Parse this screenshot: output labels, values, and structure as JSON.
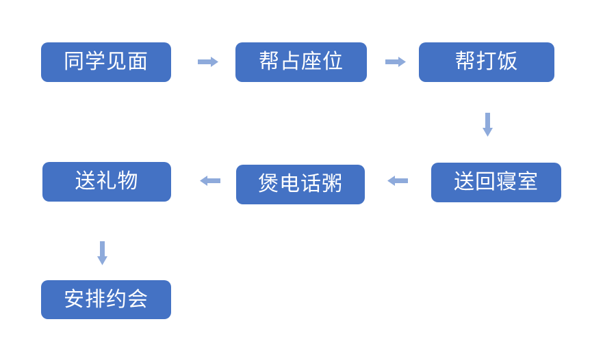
{
  "colors": {
    "node_fill": "#4472C4",
    "node_text": "#FFFFFF",
    "arrow_fill": "#8EAADB",
    "background": "#FFFFFF"
  },
  "icons": {
    "right": "block-arrow-right-icon",
    "left": "block-arrow-left-icon",
    "down": "block-arrow-down-icon"
  },
  "flowchart": {
    "type": "flowchart",
    "nodes": [
      {
        "label": "同学见面"
      },
      {
        "label": "帮占座位"
      },
      {
        "label": "帮打饭"
      },
      {
        "label": "送回寝室"
      },
      {
        "label": "煲电话粥"
      },
      {
        "label": "送礼物"
      },
      {
        "label": "安排约会"
      }
    ],
    "edges": [
      {
        "from": "同学见面",
        "to": "帮占座位",
        "direction": "right"
      },
      {
        "from": "帮占座位",
        "to": "帮打饭",
        "direction": "right"
      },
      {
        "from": "帮打饭",
        "to": "送回寝室",
        "direction": "down"
      },
      {
        "from": "送回寝室",
        "to": "煲电话粥",
        "direction": "left"
      },
      {
        "from": "煲电话粥",
        "to": "送礼物",
        "direction": "left"
      },
      {
        "from": "送礼物",
        "to": "安排约会",
        "direction": "down"
      }
    ]
  }
}
